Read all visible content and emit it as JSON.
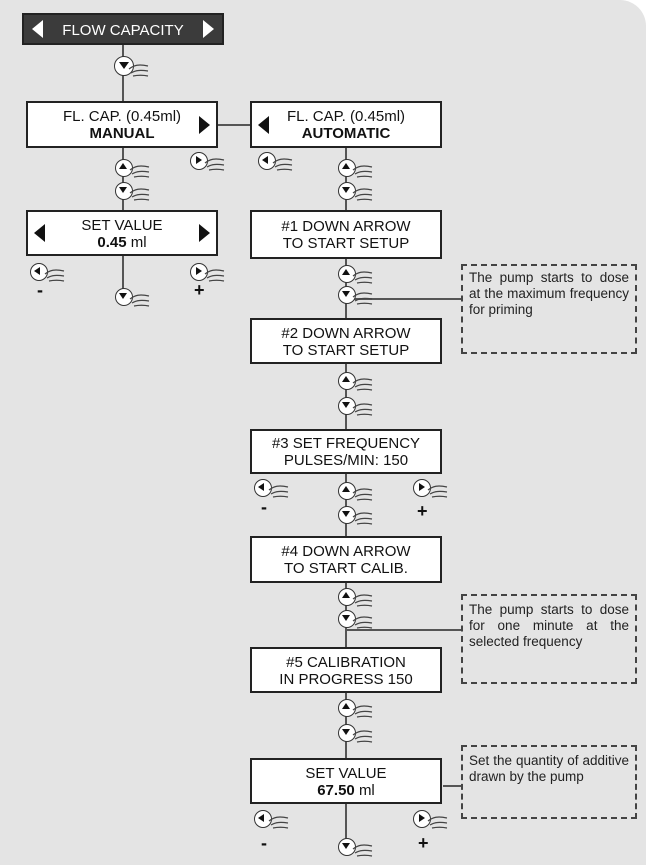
{
  "title": "FLOW CAPACITY",
  "manual_box": {
    "line1": "FL. CAP. (0.45ml)",
    "line2": "MANUAL"
  },
  "automatic_box": {
    "line1": "FL. CAP. (0.45ml)",
    "line2": "AUTOMATIC"
  },
  "set_value_manual": {
    "line1": "SET VALUE",
    "value": "0.45",
    "unit": "ml"
  },
  "step1": {
    "line1": "#1 DOWN ARROW",
    "line2": "TO START SETUP"
  },
  "step2": {
    "line1": "#2 DOWN ARROW",
    "line2": "TO START SETUP"
  },
  "step3": {
    "line1": "#3 SET FREQUENCY",
    "line2": "PULSES/MIN: 150"
  },
  "step4": {
    "line1": "#4 DOWN ARROW",
    "line2": "TO START CALIB."
  },
  "step5": {
    "line1": "#5 CALIBRATION",
    "line2": "IN PROGRESS 150"
  },
  "set_value_final": {
    "line1": "SET VALUE",
    "value": "67.50",
    "unit": "ml"
  },
  "notes": {
    "priming": "The pump starts to dose at the maximum frequency for priming",
    "calibration": "The pump starts to dose for one minute at the selected frequency",
    "quantity": "Set the quantity of additive drawn by the pump"
  },
  "signs": {
    "minus": "-",
    "plus": "+"
  }
}
